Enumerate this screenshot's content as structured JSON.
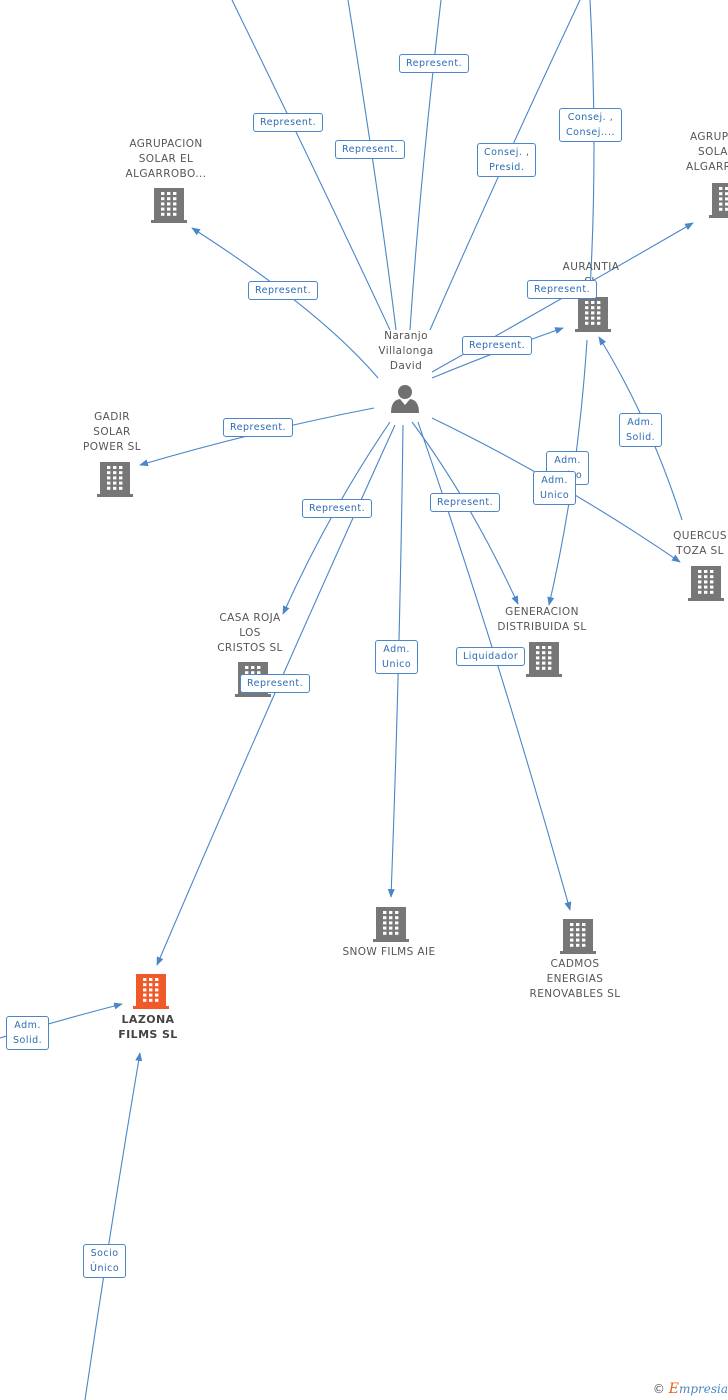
{
  "nodes": {
    "person": {
      "lines": [
        "Naranjo",
        "Villalonga",
        "David"
      ]
    },
    "agrupacion_algarrobo": {
      "lines": [
        "AGRUPACION",
        "SOLAR EL",
        "ALGARROBO..."
      ]
    },
    "agrupacion_right": {
      "lines": [
        "AGRUP",
        "SOLA",
        "ALGARR"
      ]
    },
    "aurantia": {
      "lines": [
        "AURANTIA",
        "SL"
      ]
    },
    "gadir": {
      "lines": [
        "GADIR",
        "SOLAR",
        "POWER SL"
      ]
    },
    "quercus": {
      "lines": [
        "QUERCUS",
        "TOZA SL"
      ]
    },
    "casa_roja": {
      "lines": [
        "CASA ROJA",
        "LOS",
        "CRISTOS SL"
      ]
    },
    "generacion": {
      "lines": [
        "GENERACION",
        "DISTRIBUIDA SL"
      ]
    },
    "snow_films": {
      "lines": [
        "SNOW FILMS AIE"
      ]
    },
    "cadmos": {
      "lines": [
        "CADMOS",
        "ENERGIAS",
        "RENOVABLES SL"
      ]
    },
    "lazona": {
      "lines": [
        "LAZONA",
        "FILMS SL"
      ]
    }
  },
  "edges": [
    {
      "id": "e1",
      "lines": [
        "Represent."
      ]
    },
    {
      "id": "e2",
      "lines": [
        "Represent."
      ]
    },
    {
      "id": "e3",
      "lines": [
        "Represent."
      ]
    },
    {
      "id": "e4",
      "lines": [
        "Consej. ,",
        "Presid."
      ]
    },
    {
      "id": "e5",
      "lines": [
        "Consej. ,",
        "Consej...."
      ]
    },
    {
      "id": "e6",
      "lines": [
        "Represent."
      ]
    },
    {
      "id": "e7",
      "lines": [
        "Represent."
      ]
    },
    {
      "id": "e8",
      "lines": [
        "Represent."
      ]
    },
    {
      "id": "e9",
      "lines": [
        "Represent."
      ]
    },
    {
      "id": "e10",
      "lines": [
        "Adm.",
        "Solid."
      ]
    },
    {
      "id": "e11",
      "lines": [
        "Adm.",
        "Unico"
      ]
    },
    {
      "id": "e12",
      "lines": [
        "Adm.",
        "Unico"
      ]
    },
    {
      "id": "e13",
      "lines": [
        "Represent."
      ]
    },
    {
      "id": "e14",
      "lines": [
        "Represent."
      ]
    },
    {
      "id": "e15",
      "lines": [
        "Adm.",
        "Unico"
      ]
    },
    {
      "id": "e16",
      "lines": [
        "Represent."
      ]
    },
    {
      "id": "e17",
      "lines": [
        "Liquidador"
      ]
    },
    {
      "id": "e18",
      "lines": [
        "Adm.",
        "Solid."
      ]
    },
    {
      "id": "e19",
      "lines": [
        "Socio",
        "Único"
      ]
    }
  ],
  "watermark": {
    "copyright": "©",
    "brand_initial": "E",
    "brand_rest": "mpresia"
  },
  "colors": {
    "line": "#4a86c8",
    "building": "#777777",
    "highlight": "#f05a28"
  }
}
